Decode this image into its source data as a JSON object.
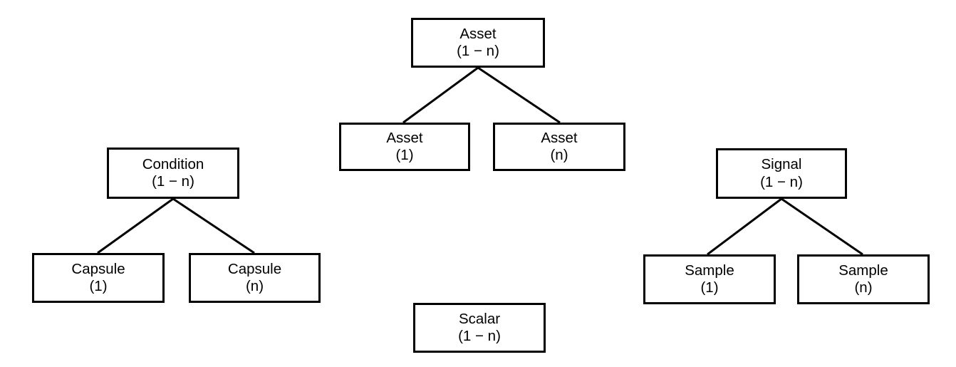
{
  "diagram": {
    "type": "entity-cardinality-tree",
    "background_color": "#ffffff",
    "line_color": "#000000",
    "text_color": "#000000",
    "groups": [
      {
        "name": "condition-group",
        "parent": {
          "title": "Condition",
          "cardinality": "(1 − n)"
        },
        "children": [
          {
            "title": "Capsule",
            "cardinality": "(1)"
          },
          {
            "title": "Capsule",
            "cardinality": "(n)"
          }
        ]
      },
      {
        "name": "asset-group",
        "parent": {
          "title": "Asset",
          "cardinality": "(1 − n)"
        },
        "children": [
          {
            "title": "Asset",
            "cardinality": "(1)"
          },
          {
            "title": "Asset",
            "cardinality": "(n)"
          }
        ]
      },
      {
        "name": "signal-group",
        "parent": {
          "title": "Signal",
          "cardinality": "(1 − n)"
        },
        "children": [
          {
            "title": "Sample",
            "cardinality": "(1)"
          },
          {
            "title": "Sample",
            "cardinality": "(n)"
          }
        ]
      },
      {
        "name": "scalar-group",
        "standalone": {
          "title": "Scalar",
          "cardinality": "(1 − n)"
        }
      }
    ]
  }
}
